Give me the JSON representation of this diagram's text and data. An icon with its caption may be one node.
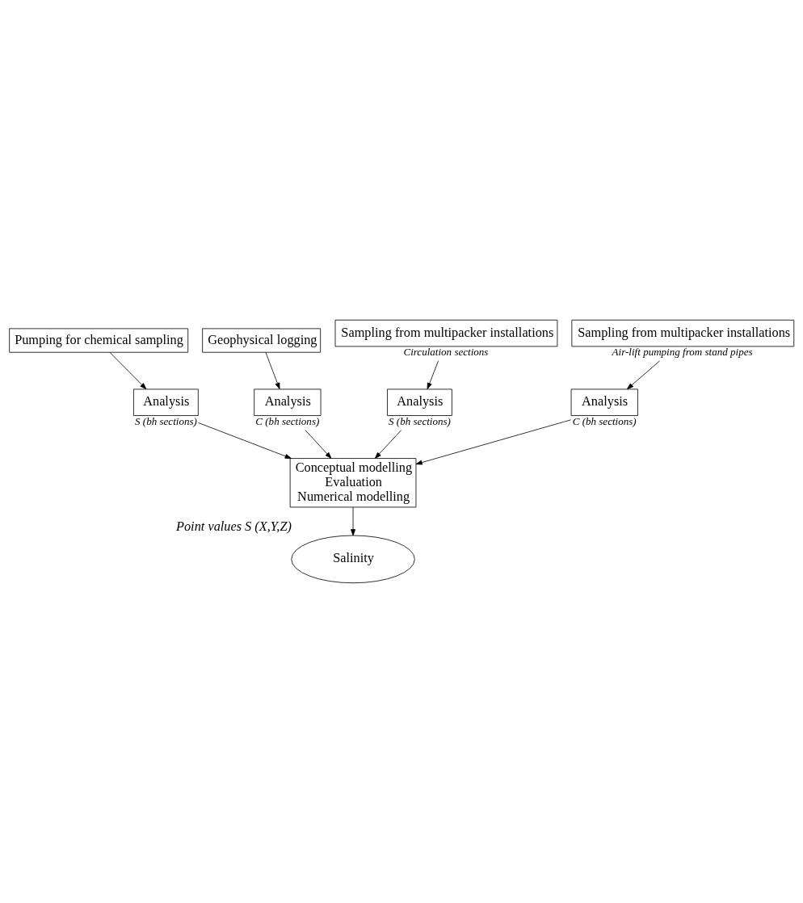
{
  "diagram": {
    "nodes": [
      {
        "text": [
          "Pumping for chemical sampling"
        ]
      },
      {
        "text": [
          "Sampling from multipacker installations"
        ],
        "beside": [
          "Circulation sections"
        ]
      },
      {
        "text": [
          "Geophysical logging"
        ]
      },
      {
        "text": [
          "Sampling from multipacker installations"
        ],
        "beside": [
          "Air-lift pumping from stand pipes"
        ]
      },
      {
        "text": [
          "Analysis"
        ],
        "beside": [
          "C (bh sections)"
        ]
      },
      {
        "text": [
          "Analysis"
        ],
        "beside": [
          "S (bh sections)"
        ]
      },
      {
        "text": [
          "Analysis"
        ],
        "beside": [
          "S (bh sections)"
        ]
      },
      {
        "text": [
          "Analysis"
        ],
        "beside": [
          "C (bh sections)"
        ]
      },
      {
        "text": [
          "Conceptual modelling",
          "Evaluation",
          "Numerical modelling"
        ]
      },
      {
        "text": [
          "Salinity"
        ],
        "beside": [
          "Point values S (X,Y,Z)"
        ]
      }
    ],
    "edges": [
      {
        "from": 2,
        "to": 4,
        "arrow": "to"
      },
      {
        "from": 0,
        "to": 5,
        "arrow": "to"
      },
      {
        "from": 1,
        "to": 6,
        "arrow": "to"
      },
      {
        "from": 3,
        "to": 7,
        "arrow": "to"
      },
      {
        "from": 4,
        "to": 8,
        "arrow": "to"
      },
      {
        "from": 5,
        "to": 8,
        "arrow": "to"
      },
      {
        "from": 6,
        "to": 8,
        "arrow": "to"
      },
      {
        "from": 7,
        "to": 8,
        "arrow": "to"
      },
      {
        "from": 8,
        "to": 9,
        "arrow": "to"
      }
    ]
  }
}
